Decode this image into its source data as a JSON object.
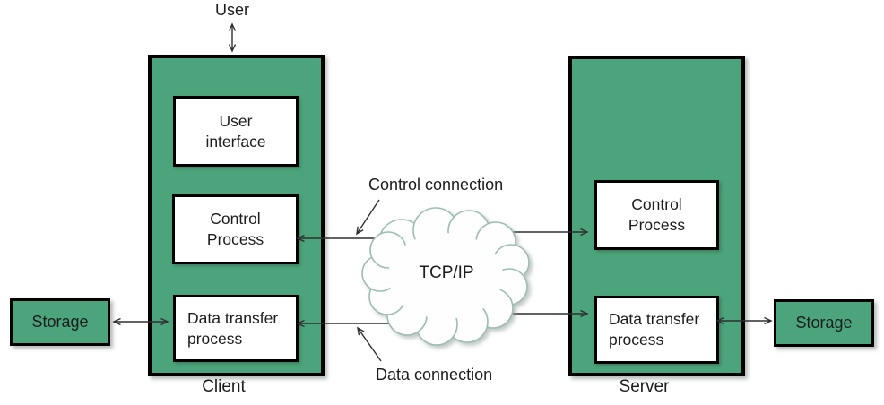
{
  "colors": {
    "green": "#4BA47B",
    "border": "#000000",
    "line": "#2F2F2F",
    "cloud_stroke": "#9FBCB4",
    "cloud_fill": "#FDFEFD",
    "text": "#1C1C1C"
  },
  "top": {
    "user_label": "User"
  },
  "client": {
    "caption": "Client",
    "boxes": {
      "user_interface": "User\ninterface",
      "control_process": "Control\nProcess",
      "data_transfer": "Data transfer\nprocess"
    }
  },
  "server": {
    "caption": "Server",
    "boxes": {
      "control_process": "Control\nProcess",
      "data_transfer": "Data transfer\nprocess"
    }
  },
  "storage": {
    "left": "Storage",
    "right": "Storage"
  },
  "network": {
    "cloud_label": "TCP/IP"
  },
  "connections": {
    "control_label": "Control connection",
    "data_label": "Data connection"
  }
}
